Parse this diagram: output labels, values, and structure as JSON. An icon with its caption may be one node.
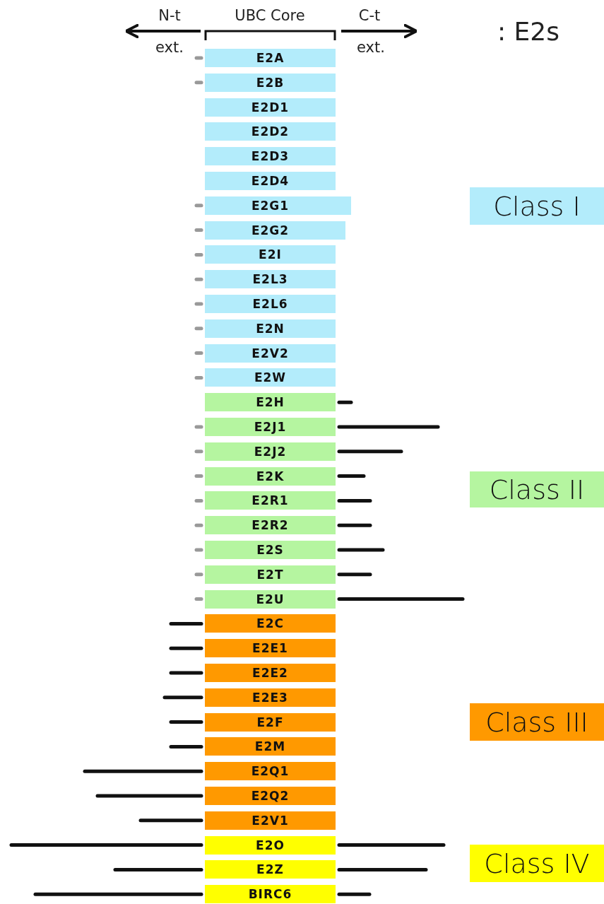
{
  "diagram": {
    "nodes": [
      {
        "text": [
          "E2A"
        ]
      },
      {
        "text": [
          "E2B"
        ]
      },
      {
        "text": [
          "E2D1"
        ]
      },
      {
        "text": [
          "E2D2"
        ]
      },
      {
        "text": [
          "E2D3"
        ]
      },
      {
        "text": [
          "E2D4"
        ]
      },
      {
        "text": [
          "E2G1"
        ]
      },
      {
        "text": [
          "E2G2"
        ]
      },
      {
        "text": [
          "E2I"
        ]
      },
      {
        "text": [
          "E2L3"
        ]
      },
      {
        "text": [
          "E2L6"
        ]
      },
      {
        "text": [
          "E2N"
        ]
      },
      {
        "text": [
          "E2V2"
        ]
      },
      {
        "text": [
          "E2W"
        ]
      },
      {
        "text": [
          "E2H"
        ]
      },
      {
        "text": [
          "E2J1"
        ]
      },
      {
        "text": [
          "E2J2"
        ]
      },
      {
        "text": [
          "E2K"
        ]
      },
      {
        "text": [
          "E2R1"
        ]
      },
      {
        "text": [
          "E2R2"
        ]
      },
      {
        "text": [
          "E2S"
        ]
      },
      {
        "text": [
          "E2T"
        ]
      },
      {
        "text": [
          "E2U"
        ]
      },
      {
        "text": [
          "E2C"
        ]
      },
      {
        "text": [
          "E2E1"
        ]
      },
      {
        "text": [
          "E2E2"
        ]
      },
      {
        "text": [
          "E2E3"
        ]
      },
      {
        "text": [
          "E2F"
        ]
      },
      {
        "text": [
          "E2M"
        ]
      },
      {
        "text": [
          "E2Q1"
        ]
      },
      {
        "text": [
          "E2Q2"
        ]
      },
      {
        "text": [
          "E2V1"
        ]
      },
      {
        "text": [
          "E2O"
        ]
      },
      {
        "text": [
          "E2Z"
        ]
      },
      {
        "text": [
          "BIRC6"
        ]
      },
      {
        "text": [
          "Class I"
        ]
      },
      {
        "text": [
          "Class II"
        ]
      },
      {
        "text": [
          "Class III"
        ]
      },
      {
        "text": [
          "Class IV"
        ]
      }
    ],
    "labels": [
      "N-t",
      "UBC Core",
      "C-t",
      "ext.",
      "ext.",
      ": E2s"
    ]
  }
}
